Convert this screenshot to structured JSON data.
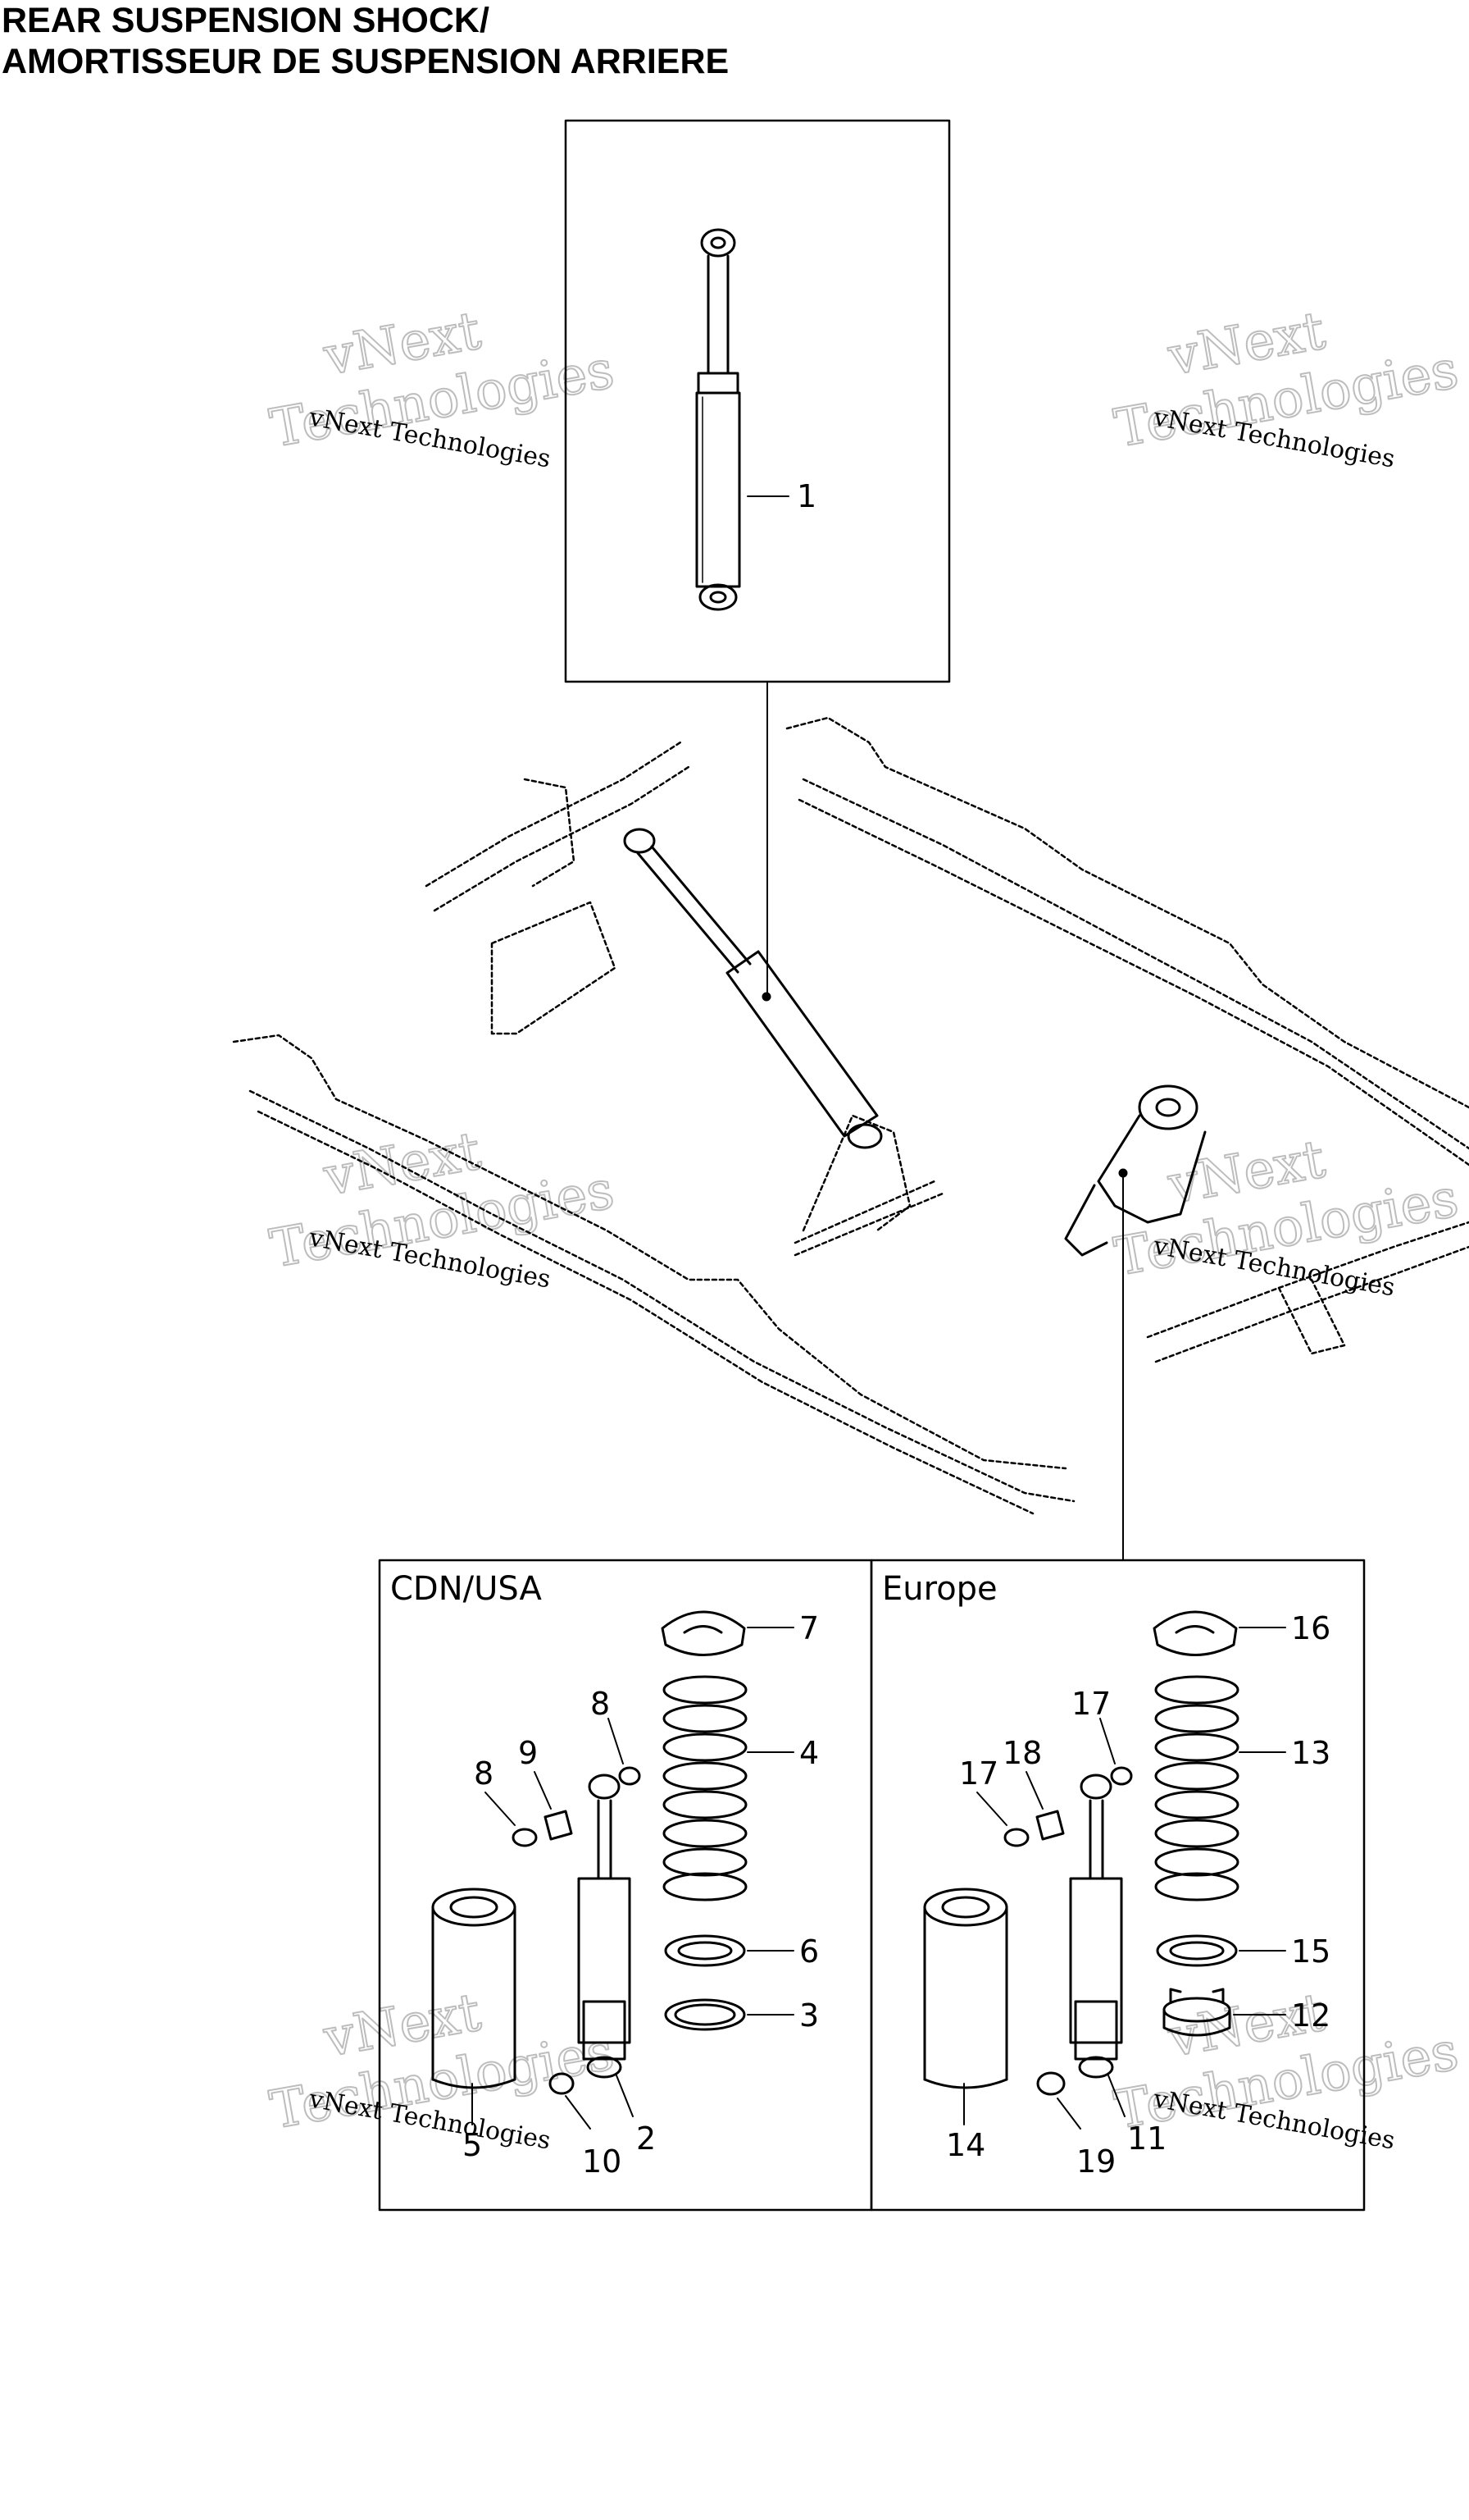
{
  "title": {
    "line1": "REAR SUSPENSION SHOCK/",
    "line2": "AMORTISSEUR DE SUSPENSION ARRIERE"
  },
  "regions": {
    "left": "CDN/USA",
    "right": "Europe"
  },
  "callouts": [
    {
      "id": "c1",
      "text": "1"
    },
    {
      "id": "c7",
      "text": "7"
    },
    {
      "id": "c8a",
      "text": "8"
    },
    {
      "id": "c9",
      "text": "9"
    },
    {
      "id": "c8b",
      "text": "8"
    },
    {
      "id": "c4",
      "text": "4"
    },
    {
      "id": "c6",
      "text": "6"
    },
    {
      "id": "c3",
      "text": "3"
    },
    {
      "id": "c5",
      "text": "5"
    },
    {
      "id": "c10",
      "text": "10"
    },
    {
      "id": "c2",
      "text": "2"
    },
    {
      "id": "c16",
      "text": "16"
    },
    {
      "id": "c17a",
      "text": "17"
    },
    {
      "id": "c18",
      "text": "18"
    },
    {
      "id": "c17b",
      "text": "17"
    },
    {
      "id": "c13",
      "text": "13"
    },
    {
      "id": "c15",
      "text": "15"
    },
    {
      "id": "c12",
      "text": "12"
    },
    {
      "id": "c14",
      "text": "14"
    },
    {
      "id": "c19",
      "text": "19"
    },
    {
      "id": "c11",
      "text": "11"
    }
  ],
  "watermark": {
    "small": "vNext Technologies",
    "big_top": "vNext",
    "big_bottom": "Technologies"
  }
}
